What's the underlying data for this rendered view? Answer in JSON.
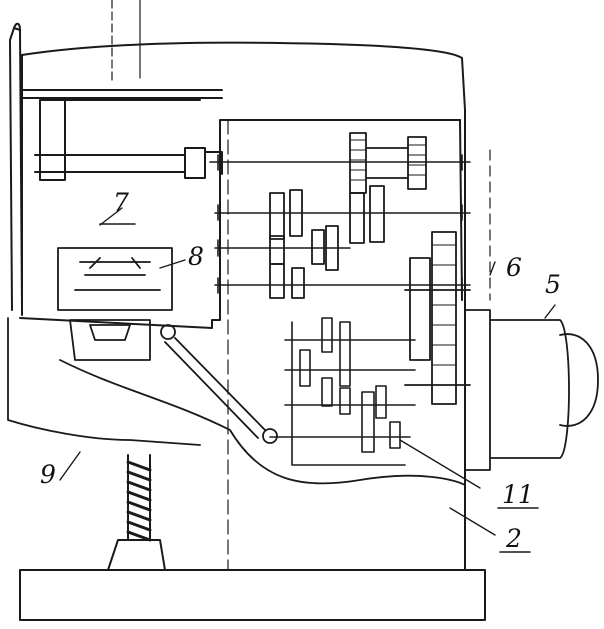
{
  "labels": {
    "l7": "7",
    "l8": "8",
    "l6": "6",
    "l5": "5",
    "l9": "9",
    "l11": "11",
    "l2": "2"
  },
  "colors": {
    "ink": "#1a1a1a",
    "paper": "#ffffff"
  }
}
